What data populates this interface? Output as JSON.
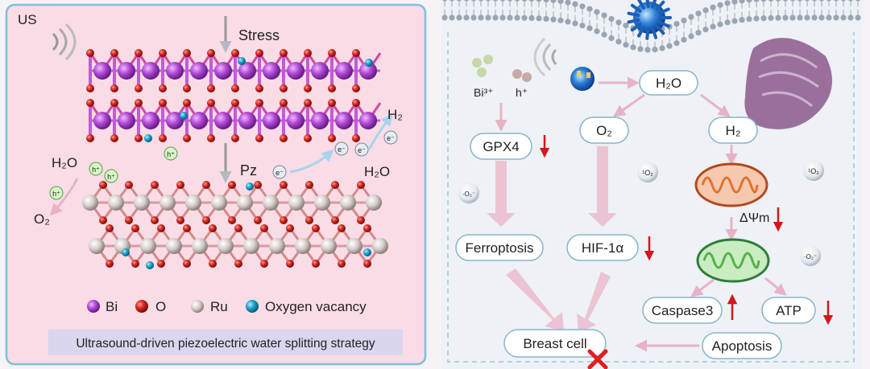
{
  "left_panel": {
    "us_label": "US",
    "stress_label": "Stress",
    "pz_label": "Pz",
    "h2_label": "H₂",
    "h2o_right_label": "H₂O",
    "h2o_left_label": "H₂O",
    "o2_label": "O₂",
    "hole_label": "h⁺",
    "electron_label": "e⁻",
    "legend": [
      {
        "symbol": "Bi",
        "color": "#a53fc7"
      },
      {
        "symbol": "O",
        "color": "#d22a24"
      },
      {
        "symbol": "Ru",
        "color": "#d9d2cf"
      },
      {
        "symbol": "Oxygen vacancy",
        "color": "#1aa0c8"
      }
    ],
    "caption": "Ultrasound-driven piezoelectric water splitting strategy"
  },
  "right_panel": {
    "bi_label": "Bi³⁺",
    "h_label": "h⁺",
    "h2o_node": "H₂O",
    "o2_node": "O₂",
    "h2_node": "H₂",
    "gpx4_node": "GPX4",
    "ferroptosis_node": "Ferroptosis",
    "hif_node": "HIF-1α",
    "caspase_node": "Caspase3",
    "atp_node": "ATP",
    "apoptosis_node": "Apoptosis",
    "breast_node": "Breast cell",
    "delta_label": "ΔΨm",
    "singlet_label": "¹O₂",
    "superoxide_label": "·O₂⁻"
  }
}
